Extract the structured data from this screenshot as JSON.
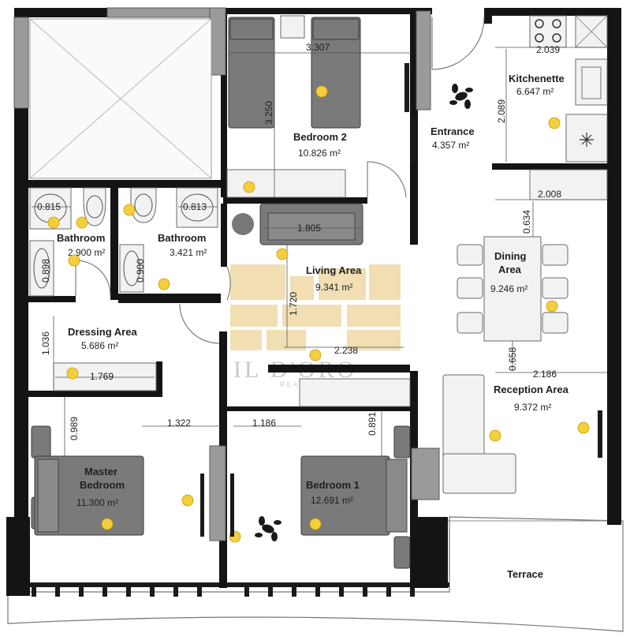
{
  "rooms": {
    "bedroom2": {
      "name": "Bedroom 2",
      "area": "10.826 m²"
    },
    "kitchenette": {
      "name": "Kitchenette",
      "area": "6.647 m²"
    },
    "entrance": {
      "name": "Entrance",
      "area": "4.357 m²"
    },
    "bathroom_left": {
      "name": "Bathroom",
      "area": "2.900 m²"
    },
    "bathroom_right": {
      "name": "Bathroom",
      "area": "3.421 m²"
    },
    "living": {
      "name": "Living Area",
      "area": "9.341 m²"
    },
    "dining": {
      "name_line1": "Dining",
      "name_line2": "Area",
      "area": "9.246 m²"
    },
    "dressing": {
      "name": "Dressing Area",
      "area": "5.686 m²"
    },
    "reception": {
      "name": "Reception Area",
      "area": "9.372 m²"
    },
    "master": {
      "name_line1": "Master",
      "name_line2": "Bedroom",
      "area": "11.300 m²"
    },
    "bedroom1": {
      "name": "Bedroom 1",
      "area": "12.691 m²"
    },
    "terrace": {
      "name": "Terrace"
    }
  },
  "dimensions": {
    "bed2_width": "3.307",
    "bed2_depth": "3.250",
    "kitchen_width": "2.039",
    "kitchen_depth": "2.089",
    "dining_width": "2.008",
    "dining_top": "0.634",
    "bath_left_basin": "0.815",
    "bath_right_basin": "0.813",
    "bath_left_side": "0.898",
    "bath_right_side": "0.900",
    "living_width": "1.805",
    "living_depth": "1.720",
    "living_bottom": "2.238",
    "dressing_depth": "1.036",
    "dressing_width": "1.769",
    "reception_top": "0.658",
    "reception_width": "2.186",
    "master_top": "0.989",
    "master_width": "1.322",
    "bed1_width": "1.186",
    "bed1_top": "0.891"
  },
  "watermark": {
    "main": "IL D'ORO",
    "sub": "REAL ESTATE"
  },
  "colors": {
    "wall": "#141414",
    "furniture": "#7a7a7a",
    "marker": "#f3cf3b",
    "logo": "#ecd39a"
  }
}
